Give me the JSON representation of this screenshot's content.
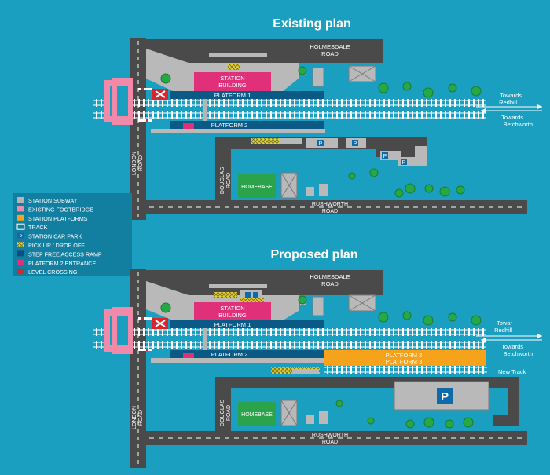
{
  "titles": {
    "existing": "Existing plan",
    "proposed": "Proposed plan"
  },
  "labels": {
    "holmesdale_1": "HOLMESDALE",
    "holmesdale_2": "ROAD",
    "station_building_1": "STATION",
    "station_building_2": "BUILDING",
    "platform1": "PLATFORM 1",
    "platform2": "PLATFORM 2",
    "platform2_new": "PLATFORM 2",
    "platform3_new": "PLATFORM 3",
    "towards_redhill_1": "Towards",
    "towards_redhill_2": "Redhill",
    "towards_redhill_proposed_1": "Towar",
    "towards_redhill_proposed_2": "Redhill",
    "towards_betchworth_1": "Towards",
    "towards_betchworth_2": "Betchworth",
    "douglas_1": "DOUGLAS",
    "douglas_2": "ROAD",
    "london_1": "LONDON",
    "london_2": "ROAD",
    "homebase": "HOMEBASE",
    "rushworth_1": "RUSHWORTH",
    "rushworth_2": "ROAD",
    "new_track": "New Track",
    "parking": "P"
  },
  "legend": [
    {
      "label": "STATION SUBWAY",
      "icon": "subway-swatch",
      "color": "#b5b5b5"
    },
    {
      "label": "EXISTING FOOTBRIDGE",
      "icon": "footbridge-swatch",
      "color": "#f08aa8"
    },
    {
      "label": "STATION PLATFORMS",
      "icon": "platform-swatch",
      "color": "#f6a21b"
    },
    {
      "label": "TRACK",
      "icon": "track-icon",
      "color": "#ffffff"
    },
    {
      "label": "STATION CAR PARK",
      "icon": "parking-icon",
      "color": "#0e6aa8"
    },
    {
      "label": "PICK UP / DROP OFF",
      "icon": "pickup-dropoff-icon",
      "color": "#e8d23a"
    },
    {
      "label": "STEP FREE ACCESS RAMP",
      "icon": "ramp-icon",
      "color": "#0a4f86"
    },
    {
      "label": "PLATFORM 2 ENTRANCE",
      "icon": "entrance-swatch",
      "color": "#e0307a"
    },
    {
      "label": "LEVEL CROSSING",
      "icon": "level-crossing-icon",
      "color": "#d9262e"
    }
  ],
  "colors": {
    "background": "#1a9fc0",
    "road": "#4a4a4a",
    "pavement": "#b9b9b9",
    "platform": "#0b5a86",
    "building": "#e0307a",
    "footbridge": "#f08aa8",
    "new_platform": "#f6a21b",
    "homebase": "#2aa34a",
    "tree": "#26a844"
  }
}
